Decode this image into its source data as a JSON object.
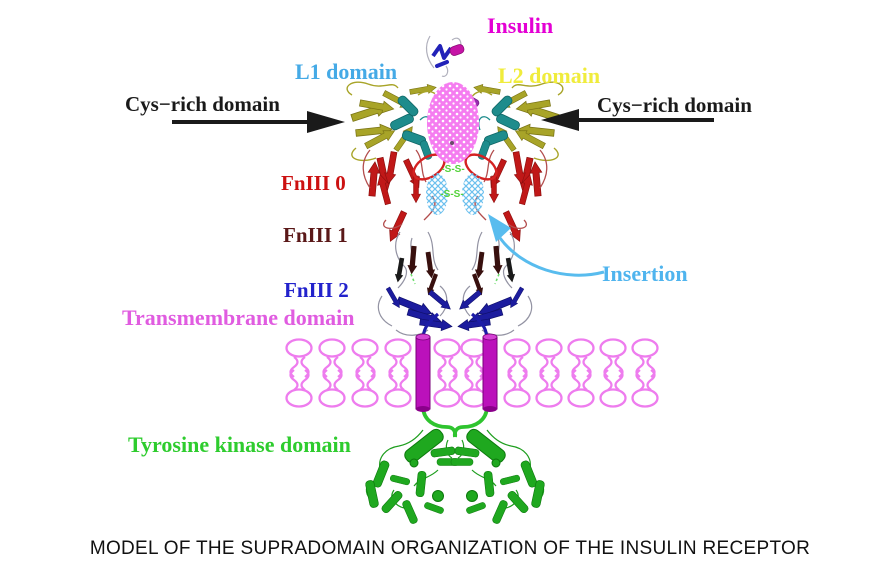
{
  "figure": {
    "caption": "MODEL OF THE SUPRADOMAIN ORGANIZATION OF THE INSULIN RECEPTOR",
    "caption_color": "#111111"
  },
  "labels": {
    "insulin": {
      "text": "Insulin",
      "color": "#E400D4"
    },
    "l1": {
      "text": "L1 domain",
      "color": "#45AAE6"
    },
    "l2": {
      "text": "L2 domain",
      "color": "#F0EC3C"
    },
    "cys_left": {
      "text": "Cys−rich domain",
      "color": "#1A1A1A"
    },
    "cys_right": {
      "text": "Cys−rich domain",
      "color": "#1A1A1A"
    },
    "fniii0": {
      "text": "FnIII 0",
      "color": "#CC1111"
    },
    "fniii1": {
      "text": "FnIII 1",
      "color": "#5A1818"
    },
    "fniii2": {
      "text": "FnIII 2",
      "color": "#2222CC"
    },
    "transmembrane": {
      "text": "Transmembrane domain",
      "color": "#E05CE0"
    },
    "insertion": {
      "text": "Insertion",
      "color": "#4FB4EE"
    },
    "kinase": {
      "text": "Tyrosine kinase domain",
      "color": "#2ECC2E"
    }
  },
  "disulfide": {
    "upper": "-S-S-",
    "lower": "-S-S-",
    "color": "#55D23C"
  },
  "structure_colors": {
    "arrow_black": "#1A1A1A",
    "insertion_arrow": "#58BCEE",
    "membrane_lipid": "#EE7CEE",
    "tm_helix": "#BB11BB",
    "ectodomain_olive": "#A8A428",
    "ectodomain_teal": "#1E8C8C",
    "ectodomain_purple": "#9A2AB0",
    "binding_oval": "#F57CF0",
    "fniii0_red": "#C01818",
    "fniii1_maroon": "#38100E",
    "fniii2_navy": "#1C1C9E",
    "insertion_loop_cyan": "#6CC0EE",
    "kinase_green": "#1FA81F",
    "linker_blue": "#1C1CA8",
    "linker_green": "#2FC42F",
    "insulin_blue": "#2222B8",
    "insulin_magenta": "#C614A6"
  }
}
